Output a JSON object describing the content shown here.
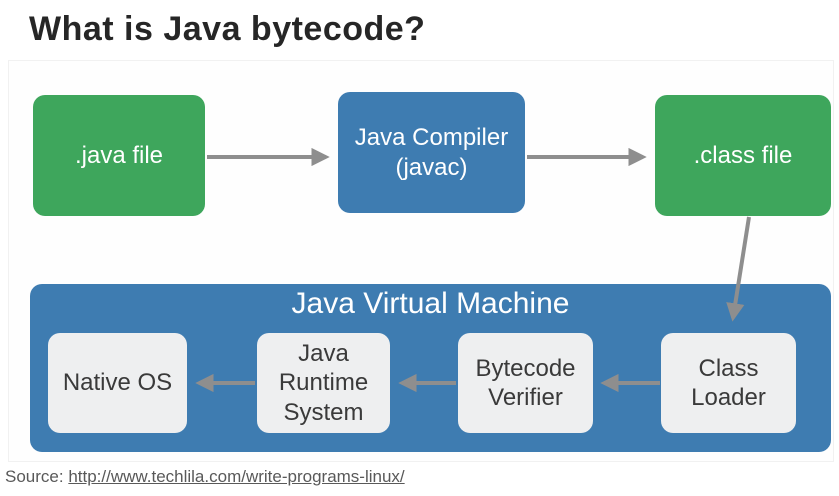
{
  "page": {
    "title": "What is Java bytecode?",
    "source_label": "Source:",
    "source_url": "http://www.techlila.com/write-programs-linux/"
  },
  "colors": {
    "green": "#3ea65c",
    "blue": "#3e7cb1",
    "component_gray": "#eeeff0",
    "arrow": "#8e8e8e",
    "title_text": "#262626",
    "source_text": "#595959"
  },
  "diagram": {
    "flow": [
      {
        "id": "java-file",
        "label": ".java file",
        "color": "green"
      },
      {
        "id": "java-compiler",
        "label": "Java Compiler (javac)",
        "color": "blue"
      },
      {
        "id": "class-file",
        "label": ".class file",
        "color": "green"
      }
    ],
    "jvm": {
      "title": "Java Virtual Machine",
      "components": [
        {
          "id": "class-loader",
          "label": "Class Loader"
        },
        {
          "id": "bytecode-verifier",
          "label": "Bytecode Verifier"
        },
        {
          "id": "java-runtime-system",
          "label": "Java Runtime System"
        },
        {
          "id": "native-os",
          "label": "Native OS"
        }
      ]
    },
    "arrows": [
      {
        "from": "java-file",
        "to": "java-compiler"
      },
      {
        "from": "java-compiler",
        "to": "class-file"
      },
      {
        "from": "class-file",
        "to": "class-loader"
      },
      {
        "from": "class-loader",
        "to": "bytecode-verifier"
      },
      {
        "from": "bytecode-verifier",
        "to": "java-runtime-system"
      },
      {
        "from": "java-runtime-system",
        "to": "native-os"
      }
    ]
  }
}
